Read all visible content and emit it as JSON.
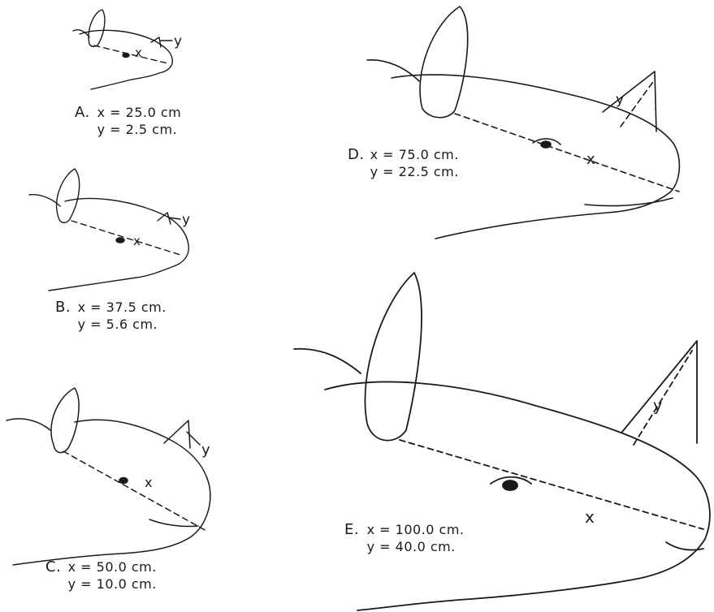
{
  "panels": [
    {
      "letter": "A.",
      "x_text": "x = 25.0  cm",
      "y_text": "y =  2.5 cm."
    },
    {
      "letter": "B.",
      "x_text": "x = 37.5  cm.",
      "y_text": "y =  5.6 cm."
    },
    {
      "letter": "C.",
      "x_text": "x = 50.0  cm.",
      "y_text": "y = 10.0 cm."
    },
    {
      "letter": "D.",
      "x_text": "x = 75.0  cm.",
      "y_text": "y = 22.5 cm."
    },
    {
      "letter": "E.",
      "x_text": "x = 100.0 cm.",
      "y_text": "y =  40.0 cm."
    }
  ],
  "measure_labels": {
    "x": "x",
    "y": "y"
  }
}
